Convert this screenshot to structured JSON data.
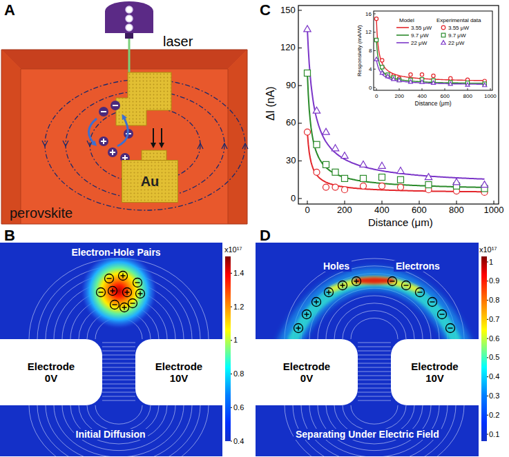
{
  "diagram": {
    "nodes": [
      {
        "text": [
          "perovskite"
        ]
      },
      {
        "text": [
          "Au"
        ],
        "in": 0
      },
      {
        "text": [
          "Electrode 0V"
        ]
      },
      {
        "text": [
          "Electrode 10V"
        ]
      },
      {
        "text": [
          "Electrode 0V"
        ]
      },
      {
        "text": [
          "Electrode 10V"
        ]
      }
    ],
    "labels": [
      "A",
      "laser",
      "B",
      "Electron-Hole Pairs",
      "Initial Diffusion",
      "x10¹⁷",
      "1.4",
      "1.2",
      "1",
      "0.8",
      "0.6",
      "0.4",
      "C",
      "ΔI (nA)",
      "150",
      "120",
      "90",
      "60",
      "30",
      "0",
      "0",
      "200",
      "400",
      "600",
      "800",
      "1000",
      "Distance (μm)",
      "Responsivity (mA/W)",
      "16",
      "12",
      "8",
      "4",
      "0",
      "0",
      "200",
      "400",
      "600",
      "800",
      "1000",
      "Distance (μm)",
      "Model",
      "Experimental data",
      "D",
      "Holes",
      "Electrons",
      "Separating Under Electric Field",
      "x10¹⁷",
      "1",
      "0.9",
      "0.8",
      "0.7",
      "0.6",
      "0.5",
      "0.4",
      "0.3",
      "0.2",
      "0.1"
    ],
    "legend": [
      {
        "text": "3.55 μW"
      },
      {
        "text": "9.7 μW"
      },
      {
        "text": "22 μW"
      },
      {
        "text": "3.55 μW"
      },
      {
        "text": "9.7 μW"
      },
      {
        "text": "22 μW"
      }
    ]
  }
}
